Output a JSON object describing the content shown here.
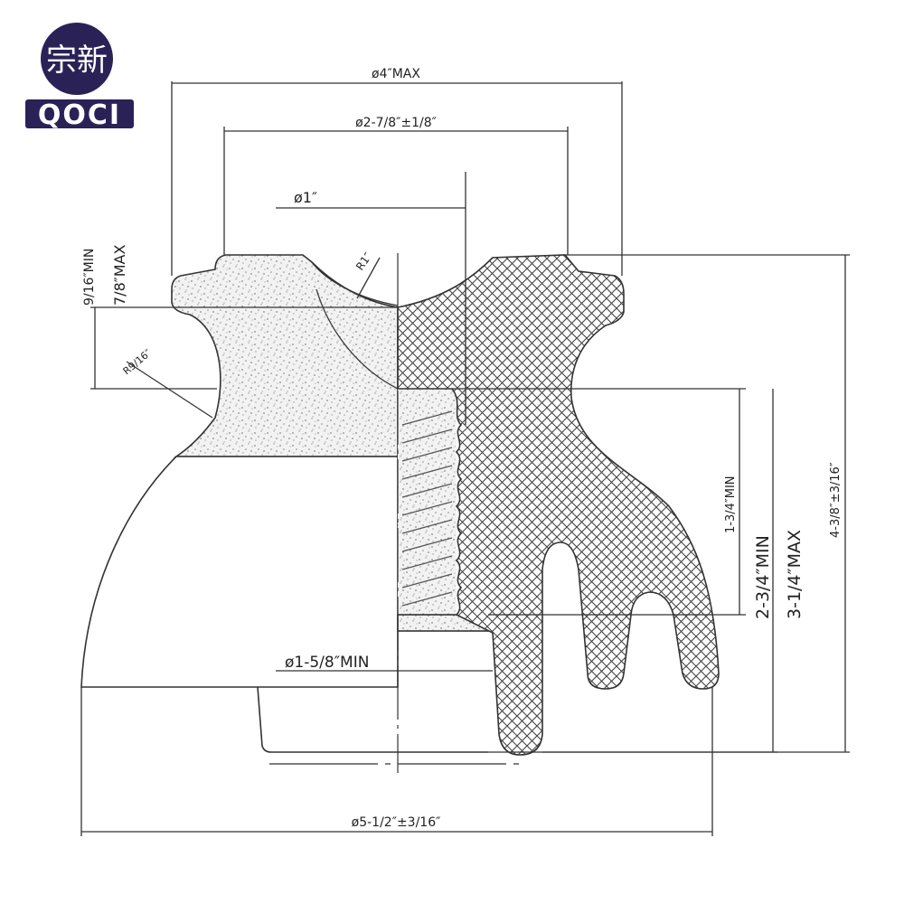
{
  "logo": {
    "text": "QOCI",
    "seal_text": "宗新",
    "color": "#2a2257"
  },
  "drawing": {
    "title": "Pin insulator dimension drawing",
    "dimensions": {
      "top_diameter": "ø4″MAX",
      "head_diameter": "ø2-7/8″±1/8″",
      "groove_diameter": "ø1″",
      "groove_radius": "R1″",
      "head_height_min": "9/16″MIN",
      "head_height_max": "7/8″MAX",
      "neck_radius": "R9/16″",
      "thread_diameter": "ø1-5/8″MIN",
      "thread_depth": "1-3/4″MIN",
      "pin_hole_min": "2-3/4″MIN",
      "pin_hole_max": "3-1/4″MAX",
      "overall_height": "4-3/8″±3/16″",
      "skirt_diameter": "ø5-1/2″±3/16″"
    },
    "colors": {
      "line": "#333333",
      "stipple": "#9a9a9a",
      "hatch": "#444444"
    }
  }
}
